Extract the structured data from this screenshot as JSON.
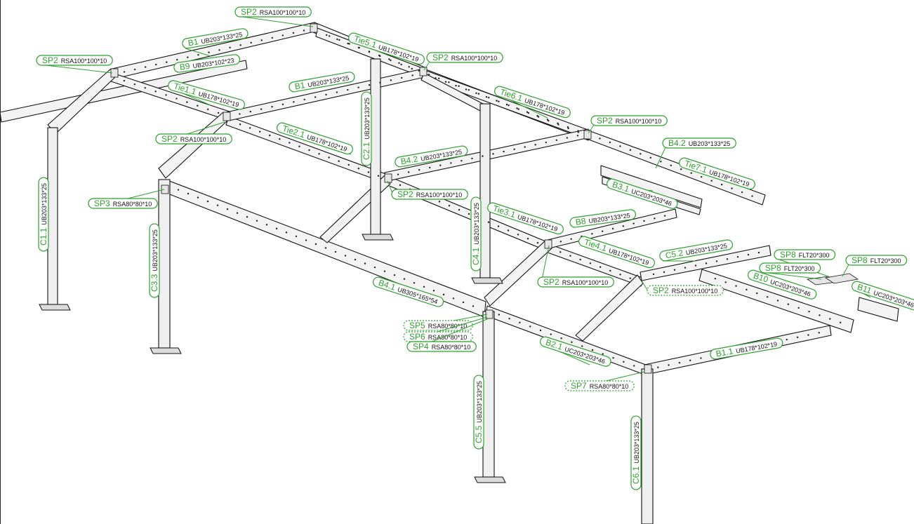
{
  "labels": [
    {
      "id": "SP2",
      "section": "RSA100*100*10"
    },
    {
      "id": "B1",
      "section": "UB203*133*25"
    },
    {
      "id": "Tie5.1",
      "section": "UB178*102*19"
    },
    {
      "id": "SP2",
      "section": "RSA100*100*10"
    },
    {
      "id": "B9",
      "section": "UB203*102*23"
    },
    {
      "id": "SP2",
      "section": "RSA100*100*10"
    },
    {
      "id": "B1",
      "section": "UB203*133*25"
    },
    {
      "id": "Tie1.1",
      "section": "UB178*102*19"
    },
    {
      "id": "Tie6.1",
      "section": "UB178*102*19"
    },
    {
      "id": "SP2",
      "section": "RSA100*100*10"
    },
    {
      "id": "Tie2.1",
      "section": "UB178*102*19"
    },
    {
      "id": "SP2",
      "section": "RSA100*100*10"
    },
    {
      "id": "B4.2",
      "section": "UB203*133*25"
    },
    {
      "id": "B4.2",
      "section": "UB203*133*25"
    },
    {
      "id": "Tie7.1",
      "section": "UB178*102*19"
    },
    {
      "id": "SP3",
      "section": "RSA80*80*10"
    },
    {
      "id": "SP2",
      "section": "RSA100*100*10"
    },
    {
      "id": "B3.1",
      "section": "UC203*203*46"
    },
    {
      "id": "Tie3.1",
      "section": "UB178*102*19"
    },
    {
      "id": "B8",
      "section": "UB203*133*25"
    },
    {
      "id": "Tie4.1",
      "section": "UB178*102*19"
    },
    {
      "id": "C5.2",
      "section": "UB203*133*25"
    },
    {
      "id": "SP8",
      "section": "FLT20*300"
    },
    {
      "id": "SP8",
      "section": "FLT20*300"
    },
    {
      "id": "SP8",
      "section": "FLT20*300"
    },
    {
      "id": "SP2",
      "section": "RSA100*100*10"
    },
    {
      "id": "SP2",
      "section": "RSA100*100*10"
    },
    {
      "id": "B10",
      "section": "UC203*203*46"
    },
    {
      "id": "B11",
      "section": "UC203*203*46"
    },
    {
      "id": "B4.1",
      "section": "UB305*165*54"
    },
    {
      "id": "SP5",
      "section": "RSA80*80*10"
    },
    {
      "id": "SP6",
      "section": "RSA80*80*10"
    },
    {
      "id": "SP4",
      "section": "RSA80*80*10"
    },
    {
      "id": "B2.1",
      "section": "UC203*203*46"
    },
    {
      "id": "B1.1",
      "section": "UB178*102*19"
    },
    {
      "id": "SP7",
      "section": "RSA80*80*10"
    }
  ],
  "columns": [
    {
      "id": "C1.1",
      "section": "UB203*133*25"
    },
    {
      "id": "C2.1",
      "section": "UB203*133*25"
    },
    {
      "id": "C3.3",
      "section": "UB203*133*25"
    },
    {
      "id": "C4.1",
      "section": "UB203*133*25"
    },
    {
      "id": "C5.5",
      "section": "UB203*133*25"
    },
    {
      "id": "C6.1",
      "section": "UB203*133*25"
    }
  ]
}
